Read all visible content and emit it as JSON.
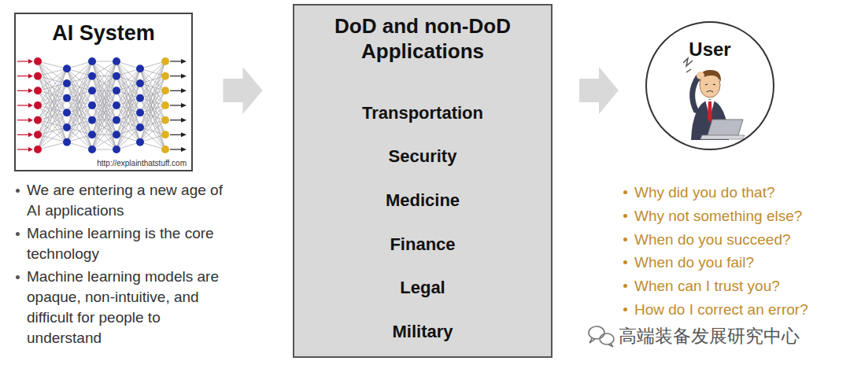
{
  "diagram": {
    "nodes": [
      {
        "text": [
          "AI System",
          "http://explainthatstuff.com"
        ]
      },
      {
        "text": [
          "DoD and non-DoD Applications",
          "Transportation",
          "Security",
          "Medicine",
          "Finance",
          "Legal",
          "Military"
        ]
      },
      {
        "text": [
          "User"
        ]
      }
    ],
    "edges": [
      {
        "from": 0,
        "to": 1,
        "arrow": "to"
      },
      {
        "from": 1,
        "to": 2,
        "arrow": "to"
      }
    ],
    "labels": [
      "We are entering a new age of AI applications",
      "Machine learning is the core technology",
      "Machine learning models are opaque, non-intuitive, and difficult for people to understand",
      "Why did you do that?",
      "Why not something else?",
      "When do you succeed?",
      "When do you fail?",
      "When can I trust you?",
      "How do I correct an error?",
      "高端装备发展研究中心"
    ]
  }
}
